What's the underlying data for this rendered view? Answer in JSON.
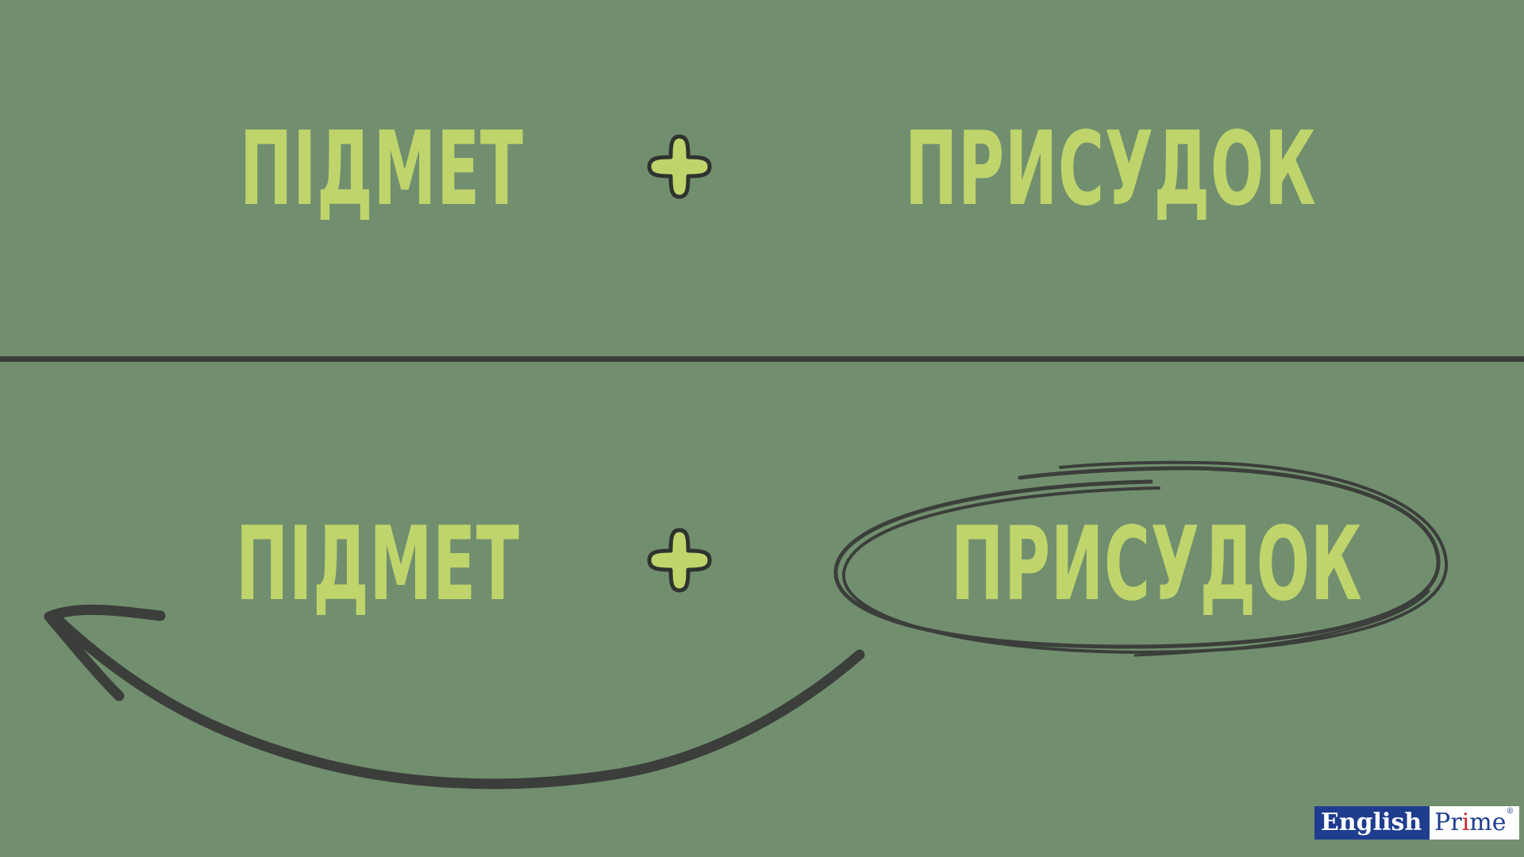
{
  "top_row": {
    "subject": "ПІДМЕТ",
    "operator": "+",
    "predicate": "ПРИСУДОК"
  },
  "bottom_row": {
    "subject": "ПІДМЕТ",
    "operator": "+",
    "predicate": "ПРИСУДОК"
  },
  "logo": {
    "part1": "English",
    "part2_a": "Pr",
    "part2_i": "i",
    "part2_b": "me",
    "registered": "®"
  },
  "colors": {
    "background": "#718f6e",
    "text": "#bfd56c",
    "line": "#3b3e3a",
    "logo_blue": "#1f3d8f",
    "logo_red": "#c8282a"
  }
}
